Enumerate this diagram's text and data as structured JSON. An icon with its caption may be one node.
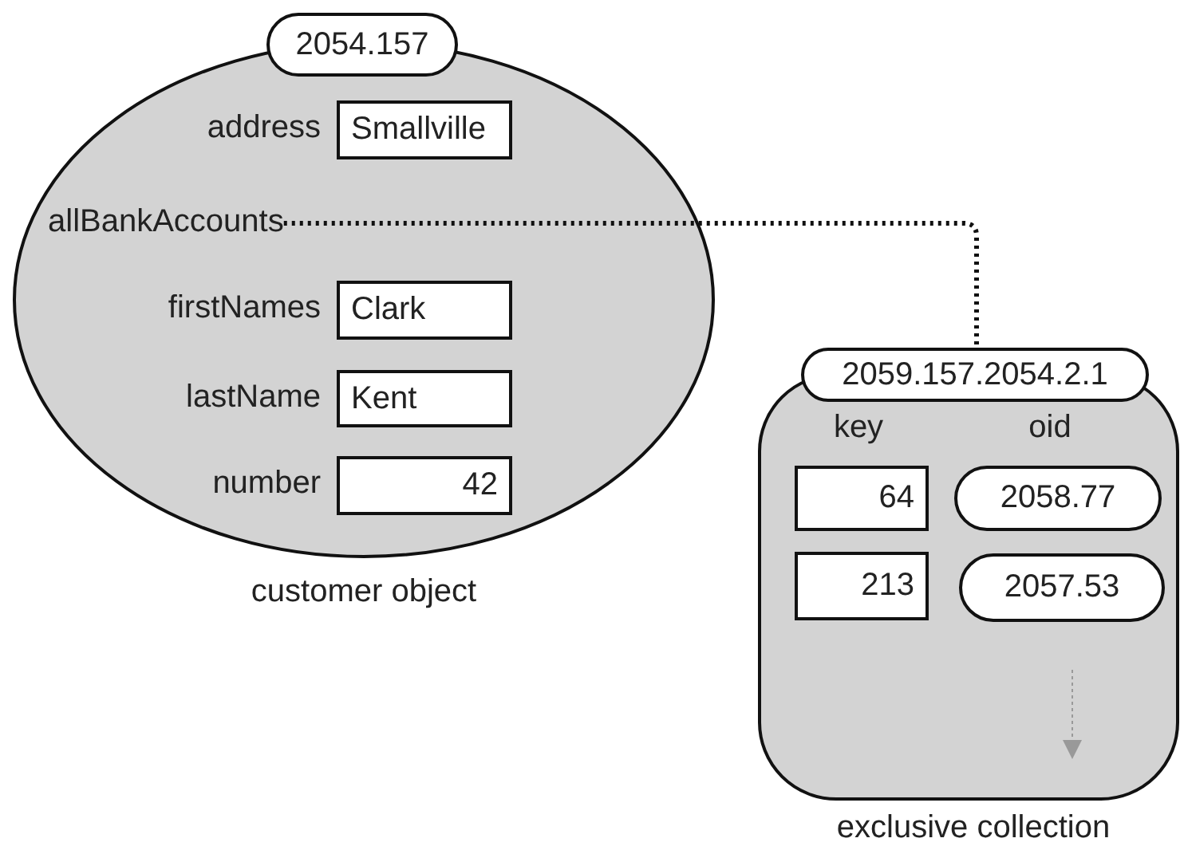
{
  "diagram": {
    "nodes": [
      {
        "text": [],
        "shape": "circle",
        "beside": [
          "customer object"
        ]
      },
      {
        "text": [
          "2054.157"
        ]
      },
      {
        "text": [
          "Smallville"
        ],
        "in": 0,
        "beside": [
          "address"
        ]
      },
      {
        "text": [
          "allBankAccounts"
        ],
        "in": 0
      },
      {
        "text": [
          "Clark"
        ],
        "in": 0,
        "beside": [
          "firstNames"
        ]
      },
      {
        "text": [
          "Kent"
        ],
        "in": 0,
        "beside": [
          "lastName"
        ]
      },
      {
        "text": [
          "42"
        ],
        "in": 0,
        "beside": [
          "number"
        ]
      },
      {
        "text": [],
        "shape": "box",
        "beside": [
          "exclusive collection"
        ]
      },
      {
        "text": [
          "2059.157.2054.2.1"
        ]
      },
      {
        "text": [
          "64"
        ],
        "in": 7
      },
      {
        "text": [
          "2058.77"
        ],
        "in": 7
      },
      {
        "text": [
          "213"
        ],
        "in": 7
      },
      {
        "text": [
          "2057.53"
        ],
        "in": 7
      }
    ],
    "edges": [
      {
        "from": 3,
        "to": 8,
        "arrow": "none",
        "style": "dashed"
      }
    ],
    "labels": [
      "key",
      "oid"
    ]
  }
}
